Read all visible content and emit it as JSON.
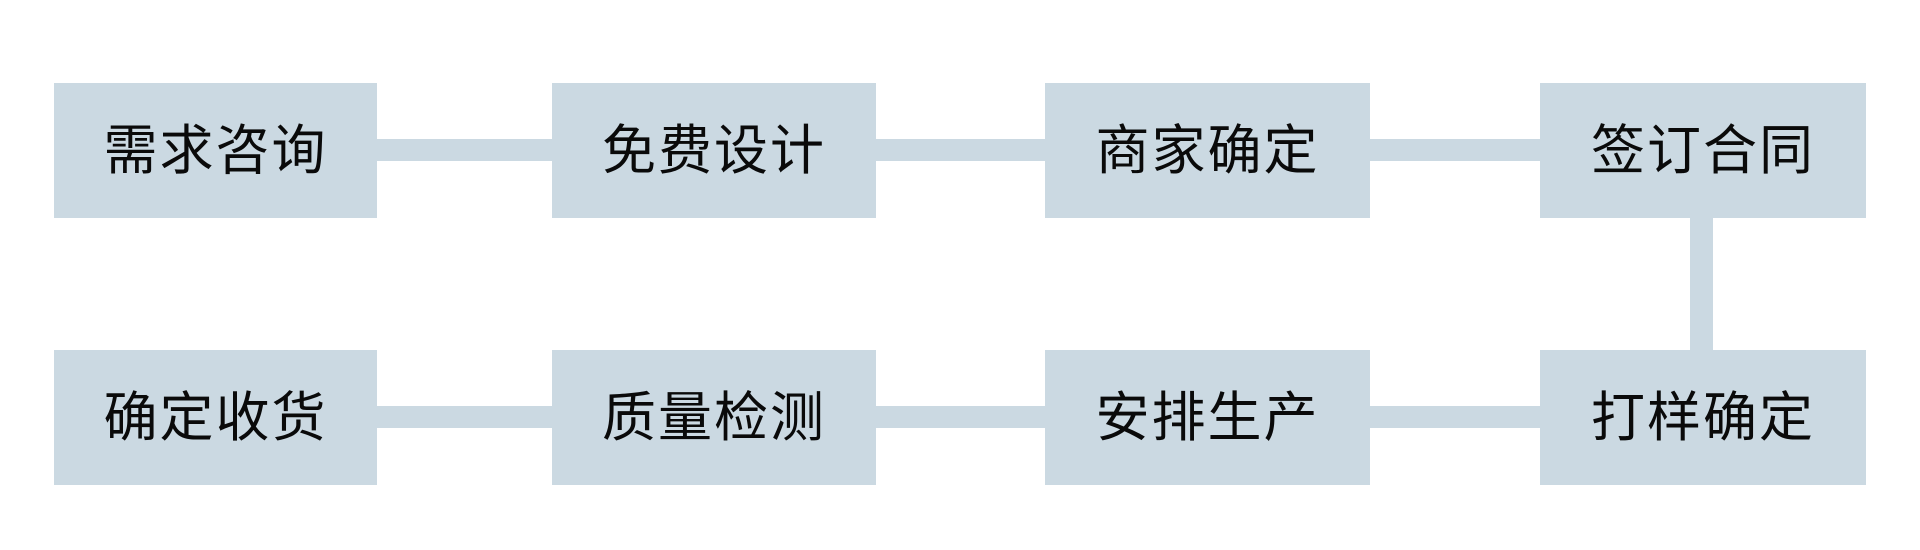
{
  "diagram": {
    "title": "",
    "type": "process-flow",
    "colors": {
      "node_fill": "#cbd9e2",
      "connector": "#cbd9e2",
      "text": "#0a0a0a",
      "background": "#ffffff"
    },
    "nodes": [
      {
        "id": "step-1",
        "label": "需求咨询",
        "row": 1,
        "order": 1
      },
      {
        "id": "step-2",
        "label": "免费设计",
        "row": 1,
        "order": 2
      },
      {
        "id": "step-3",
        "label": "商家确定",
        "row": 1,
        "order": 3
      },
      {
        "id": "step-4",
        "label": "签订合同",
        "row": 1,
        "order": 4
      },
      {
        "id": "step-8",
        "label": "确定收货",
        "row": 2,
        "order": 8
      },
      {
        "id": "step-7",
        "label": "质量检测",
        "row": 2,
        "order": 7
      },
      {
        "id": "step-6",
        "label": "安排生产",
        "row": 2,
        "order": 6
      },
      {
        "id": "step-5",
        "label": "打样确定",
        "row": 2,
        "order": 5
      }
    ],
    "connectors": [
      {
        "id": "c1",
        "from": "step-1",
        "to": "step-2",
        "orientation": "horizontal"
      },
      {
        "id": "c2",
        "from": "step-2",
        "to": "step-3",
        "orientation": "horizontal"
      },
      {
        "id": "c3",
        "from": "step-3",
        "to": "step-4",
        "orientation": "horizontal"
      },
      {
        "id": "c4",
        "from": "step-4",
        "to": "step-5",
        "orientation": "vertical"
      },
      {
        "id": "c5",
        "from": "step-5",
        "to": "step-6",
        "orientation": "horizontal"
      },
      {
        "id": "c6",
        "from": "step-6",
        "to": "step-7",
        "orientation": "horizontal"
      },
      {
        "id": "c7",
        "from": "step-7",
        "to": "step-8",
        "orientation": "horizontal"
      }
    ]
  }
}
